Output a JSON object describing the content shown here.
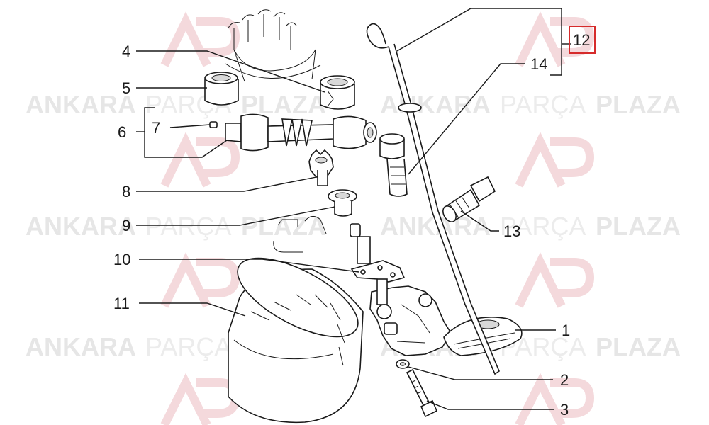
{
  "watermark": {
    "word1": "ANKARA",
    "word2": "PARÇA",
    "word3": "PLAZA"
  },
  "callouts": {
    "p1": "1",
    "p2": "2",
    "p3": "3",
    "p4": "4",
    "p5": "5",
    "p6": "6",
    "p7": "7",
    "p8": "8",
    "p9": "9",
    "p10": "10",
    "p11": "11",
    "p12": "12",
    "p13": "13",
    "p14": "14"
  },
  "colors": {
    "highlight_box": "#d62b2b",
    "watermark_logo": "#f4d9dc"
  }
}
